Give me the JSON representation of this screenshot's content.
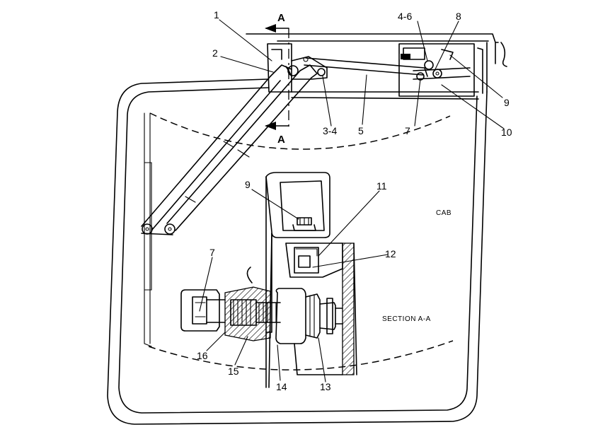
{
  "callouts": {
    "c1": "1",
    "c2": "2",
    "c3_4": "3-4",
    "c4_6": "4-6",
    "c5": "5",
    "c7_top": "7",
    "c8": "8",
    "c9_top": "9",
    "c10": "10",
    "c9_mid": "9",
    "c11": "11",
    "c12": "12",
    "c7_left": "7",
    "c16": "16",
    "c15": "15",
    "c14": "14",
    "c13": "13"
  },
  "section_marks": {
    "top": "A",
    "bottom": "A"
  },
  "text": {
    "cab": "CAB",
    "section": "SECTION A-A"
  }
}
